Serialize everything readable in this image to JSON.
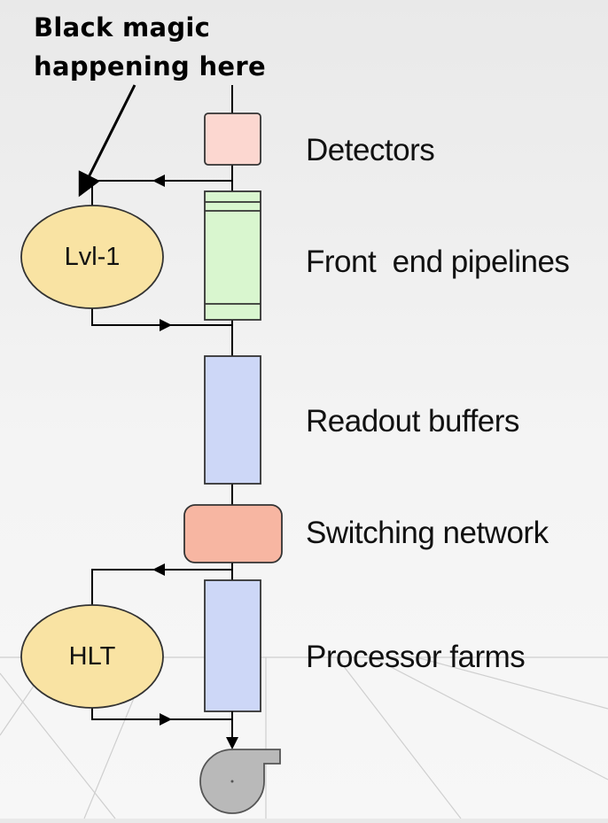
{
  "annotation": {
    "line1": "Black magic",
    "line2": "happening here"
  },
  "stages": {
    "detectors": "Detectors",
    "front_end": "Front  end pipelines",
    "readout": "Readout buffers",
    "switching": "Switching network",
    "farms": "Processor farms"
  },
  "triggers": {
    "level1": "Lvl-1",
    "hlt": "HLT"
  },
  "colors": {
    "detector_fill": "#fcd7d0",
    "pipeline_fill": "#d9f6cf",
    "buffer_fill": "#cdd7f7",
    "switch_fill": "#f7b6a2",
    "trigger_fill": "#f9e3a3",
    "storage_fill": "#b9b9b9"
  }
}
